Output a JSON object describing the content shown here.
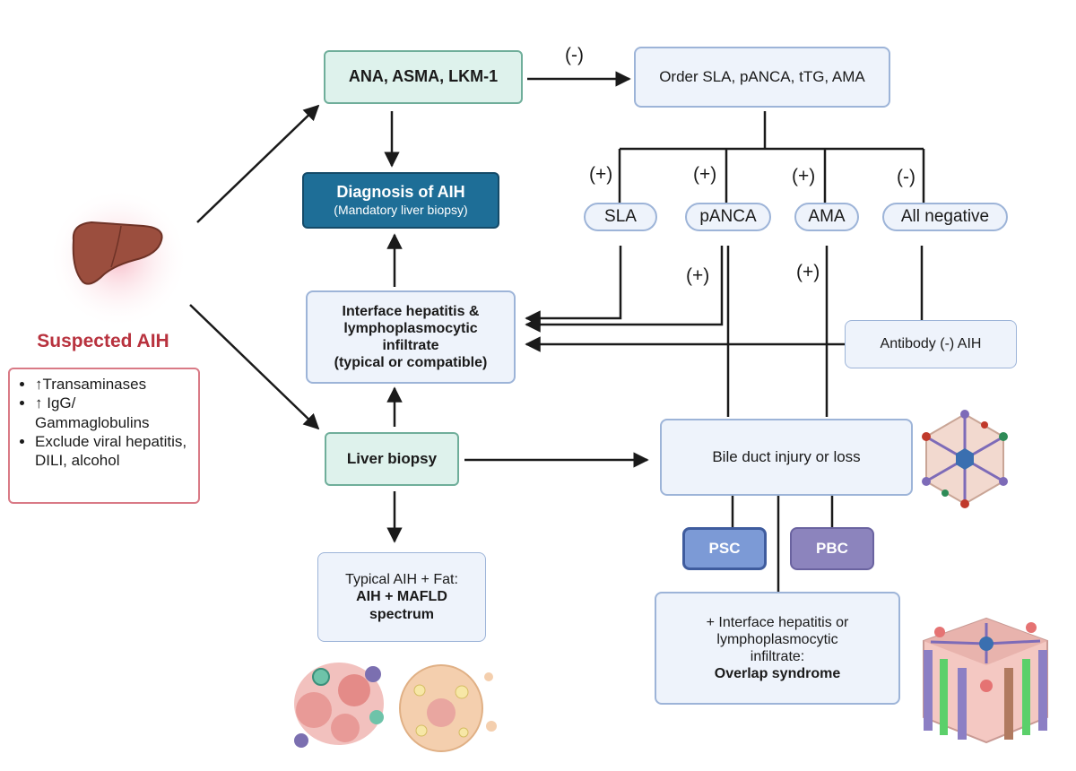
{
  "left": {
    "title": "Suspected AIH",
    "criteria": [
      "↑Transaminases",
      "↑ IgG/ Gammaglobulins",
      "Exclude viral hepatitis, DILI, alcohol"
    ]
  },
  "nodes": {
    "ana": "ANA, ASMA, LKM-1",
    "order": "Order SLA, pANCA, tTG, AMA",
    "diag_title": "Diagnosis of AIH",
    "diag_sub": "(Mandatory liver biopsy)",
    "interface": [
      "Interface hepatitis &",
      "lymphoplasmocytic",
      "infiltrate",
      "(typical or compatible)"
    ],
    "biopsy": "Liver biopsy",
    "fat": [
      "Typical AIH + Fat:",
      "AIH + MAFLD",
      "spectrum"
    ],
    "bile": "Bile duct injury or loss",
    "antibody": "Antibody (-) AIH",
    "psc": "PSC",
    "pbc": "PBC",
    "overlap": [
      "+ Interface hepatitis or",
      "lymphoplasmocytic",
      "infiltrate:",
      "Overlap syndrome"
    ]
  },
  "pills": {
    "sla": "SLA",
    "panca": "pANCA",
    "ama": "AMA",
    "allneg": "All negative"
  },
  "signs": {
    "neg": "(-)",
    "pos": "(+)"
  },
  "colors": {
    "teal": "#def2ec",
    "dark_blue": "#1e6e97",
    "light_blue": "#eef3fb",
    "red": "#b8323e",
    "psc": "#7c9ad6",
    "pbc": "#8c84bd"
  },
  "icons": [
    "liver-icon",
    "bile-duct-lobule-icon",
    "aih-cells-icon",
    "steatosis-cells-icon",
    "liver-lobule-3d-icon"
  ]
}
